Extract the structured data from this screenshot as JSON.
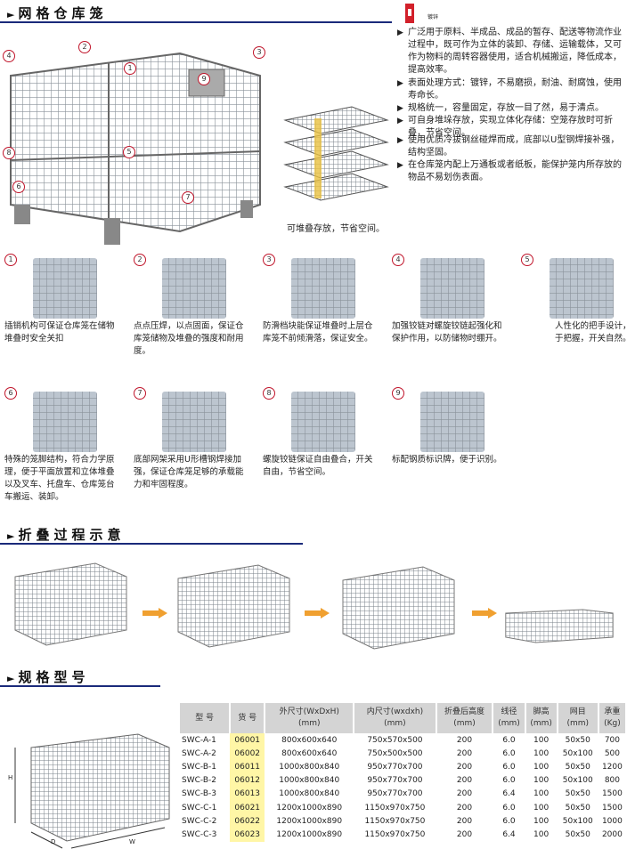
{
  "sections": {
    "title1": "网格仓库笼",
    "title2": "折叠过程示意",
    "title3": "规格型号",
    "marker": "►"
  },
  "hero": {
    "stack_caption": "可堆叠存放，节省空间。",
    "finish_label": "镀锌",
    "callouts": [
      "1",
      "2",
      "3",
      "4",
      "5",
      "6",
      "7",
      "8",
      "9"
    ]
  },
  "bullets": [
    "广泛用于原料、半成品、成品的暂存、配送等物流作业过程中，既可作为立体的装卸、存储、运输载体，又可作为物料的周转容器使用，适合机械搬运，降低成本，提高效率。",
    "表面处理方式：镀锌，不易磨损，耐油、耐腐蚀，使用寿命长。",
    "规格统一，容量固定，存放一目了然，易于清点。",
    "可自身堆垛存放，实现立体化存储：空笼存放时可折叠，节省空间。",
    "使用优质冷拔钢丝碰焊而成，底部以U型钢焊接补强，结构坚固。",
    "在仓库笼内配上万通板或者纸板，能保护笼内所存放的物品不易划伤表面。"
  ],
  "features": [
    {
      "n": "1",
      "text": "插销机构可保证仓库笼在储物堆叠时安全关扣"
    },
    {
      "n": "2",
      "text": "点点压焊，以点固面，保证仓库笼储物及堆叠的强度和耐用度。"
    },
    {
      "n": "3",
      "text": "防滑档块能保证堆叠时上层仓库笼不前倾滑落，保证安全。"
    },
    {
      "n": "4",
      "text": "加强铰链对螺旋铰链起强化和保护作用，以防储物时绷开。"
    },
    {
      "n": "5",
      "text": "人性化的把手设计，便于把握，开关自然。"
    },
    {
      "n": "6",
      "text": "特殊的笼脚结构，符合力学原理，便于平面放置和立体堆叠以及叉车、托盘车、仓库笼台车搬运、装卸。"
    },
    {
      "n": "7",
      "text": "底部网架采用U形槽钢焊接加强，保证仓库笼足够的承载能力和牢固程度。"
    },
    {
      "n": "8",
      "text": "螺旋铰链保证自由叠合，开关自由，节省空间。"
    },
    {
      "n": "9",
      "text": "标配钢质标识牌，便于识别。"
    }
  ],
  "diagram": {
    "h": "H",
    "d": "D",
    "w": "W"
  },
  "table": {
    "headers": [
      [
        "型 号",
        ""
      ],
      [
        "货 号",
        ""
      ],
      [
        "外尺寸(WxDxH)",
        "(mm)"
      ],
      [
        "内尺寸(wxdxh)",
        "(mm)"
      ],
      [
        "折叠后高度",
        "(mm)"
      ],
      [
        "线径",
        "(mm)"
      ],
      [
        "脚高",
        "(mm)"
      ],
      [
        "网目",
        "(mm)"
      ],
      [
        "承重",
        "(Kg)"
      ]
    ],
    "rows": [
      [
        "SWC-A-1",
        "06001",
        "800x600x640",
        "750x570x500",
        "200",
        "6.0",
        "100",
        "50x50",
        "700"
      ],
      [
        "SWC-A-2",
        "06002",
        "800x600x640",
        "750x500x500",
        "200",
        "6.0",
        "100",
        "50x100",
        "500"
      ],
      [
        "SWC-B-1",
        "06011",
        "1000x800x840",
        "950x770x700",
        "200",
        "6.0",
        "100",
        "50x50",
        "1200"
      ],
      [
        "SWC-B-2",
        "06012",
        "1000x800x840",
        "950x770x700",
        "200",
        "6.0",
        "100",
        "50x100",
        "800"
      ],
      [
        "SWC-B-3",
        "06013",
        "1000x800x840",
        "950x770x700",
        "200",
        "6.4",
        "100",
        "50x50",
        "1500"
      ],
      [
        "SWC-C-1",
        "06021",
        "1200x1000x890",
        "1150x970x750",
        "200",
        "6.0",
        "100",
        "50x50",
        "1500"
      ],
      [
        "SWC-C-2",
        "06022",
        "1200x1000x890",
        "1150x970x750",
        "200",
        "6.0",
        "100",
        "50x100",
        "1000"
      ],
      [
        "SWC-C-3",
        "06023",
        "1200x1000x890",
        "1150x970x750",
        "200",
        "6.4",
        "100",
        "50x50",
        "2000"
      ]
    ]
  },
  "colors": {
    "accent": "#c0142a",
    "rule": "#1a2a7a",
    "arrow": "#f0a030",
    "code_bg": "#fff6a6"
  }
}
